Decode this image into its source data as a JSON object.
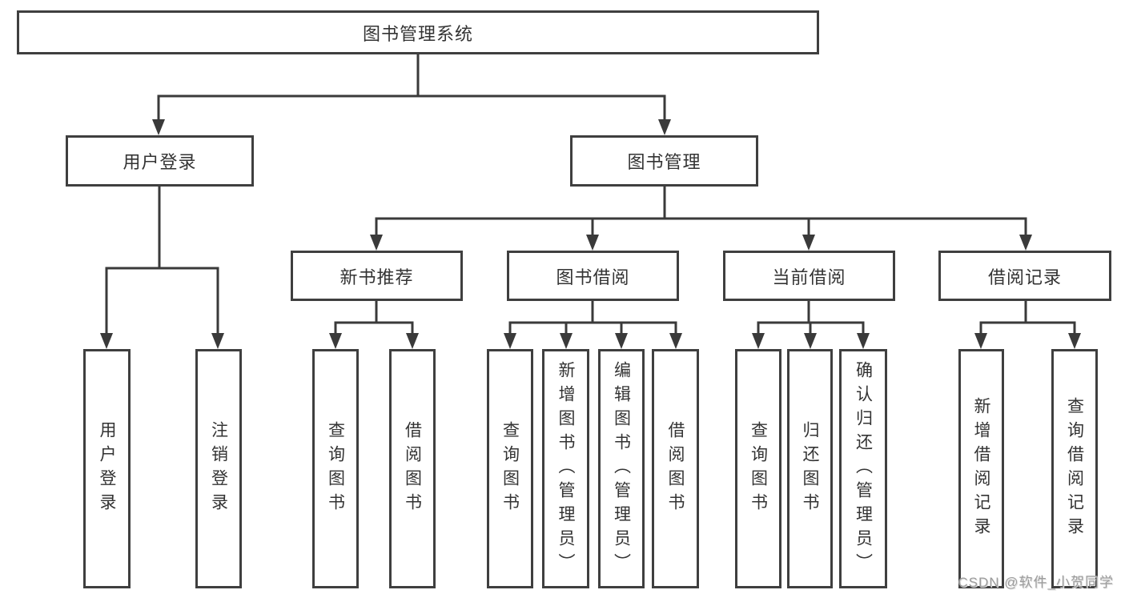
{
  "tree": {
    "root": {
      "label": "图书管理系统"
    },
    "level2": [
      {
        "label": "用户登录",
        "leaves": [
          {
            "label": "用户登录"
          },
          {
            "label": "注销登录"
          }
        ]
      },
      {
        "label": "图书管理",
        "groups": [
          {
            "label": "新书推荐",
            "leaves": [
              {
                "label": "查询图书"
              },
              {
                "label": "借阅图书"
              }
            ]
          },
          {
            "label": "图书借阅",
            "leaves": [
              {
                "label": "查询图书"
              },
              {
                "label": "新增图书（管理员）"
              },
              {
                "label": "编辑图书（管理员）"
              },
              {
                "label": "借阅图书"
              }
            ]
          },
          {
            "label": "当前借阅",
            "leaves": [
              {
                "label": "查询图书"
              },
              {
                "label": "归还图书"
              },
              {
                "label": "确认归还（管理员）"
              }
            ]
          },
          {
            "label": "借阅记录",
            "leaves": [
              {
                "label": "新增借阅记录"
              },
              {
                "label": "查询借阅记录"
              }
            ]
          }
        ]
      }
    ]
  },
  "watermark": {
    "text": "CSDN @软件_小贺同学"
  },
  "colors": {
    "line": "#3a3a3a",
    "box_border": "#3f3f3f",
    "text": "#333333",
    "watermark": "#9c9c9c",
    "background": "#ffffff"
  }
}
